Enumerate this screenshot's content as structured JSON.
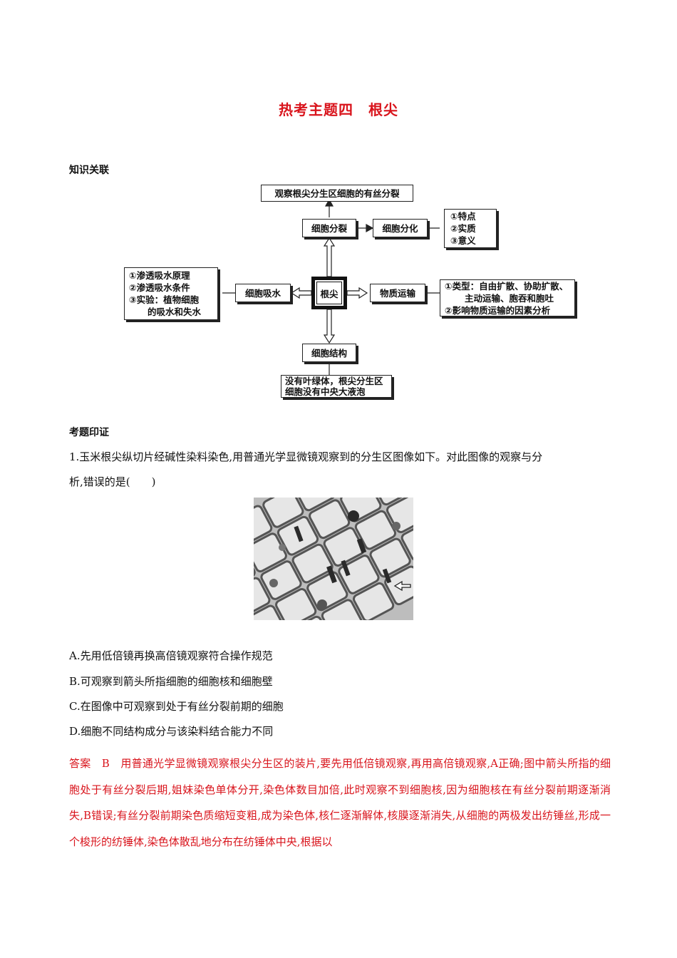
{
  "title": "热考主题四　根尖",
  "section1": "知识关联",
  "diagram": {
    "root": "根尖",
    "top": "观察根尖分生区细胞的有丝分裂",
    "division": "细胞分裂",
    "differentiation": "细胞分化",
    "diff_points": [
      "①特点",
      "②实质",
      "③意义"
    ],
    "absorption": "细胞吸水",
    "absorption_points": [
      "①渗透吸水原理",
      "②渗透吸水条件",
      "③实验：植物细胞",
      "的吸水和失水"
    ],
    "transport": "物质运输",
    "transport_points": [
      "①类型：自由扩散、协助扩散、",
      "主动运输、胞吞和胞吐",
      "②影响物质运输的因素分析"
    ],
    "structure": "细胞结构",
    "structure_points": [
      "没有叶绿体，根尖分生区",
      "细胞没有中央大液泡"
    ]
  },
  "section2": "考题印证",
  "question": {
    "stem_line1": "1.玉米根尖纵切片经碱性染料染色,用普通光学显微镜观察到的分生区图像如下。对此图像的观察与分",
    "stem_line2": "析,错误的是(　　)",
    "options": [
      "A.先用低倍镜再换高倍镜观察符合操作规范",
      "B.可观察到箭头所指细胞的细胞核和细胞壁",
      "C.在图像中可观察到处于有丝分裂前期的细胞",
      "D.细胞不同结构成分与该染料结合能力不同"
    ]
  },
  "answer": "答案　B　用普通光学显微镜观察根尖分生区的装片,要先用低倍镜观察,再用高倍镜观察,A正确;图中箭头所指的细胞处于有丝分裂后期,姐妹染色单体分开,染色体数目加倍,此时观察不到细胞核,因为细胞核在有丝分裂前期逐渐消失,B错误;有丝分裂前期染色质缩短变粗,成为染色体,核仁逐渐解体,核膜逐渐消失,从细胞的两极发出纺锤丝,形成一个梭形的纺锤体,染色体散乱地分布在纺锤体中央,根据以"
}
